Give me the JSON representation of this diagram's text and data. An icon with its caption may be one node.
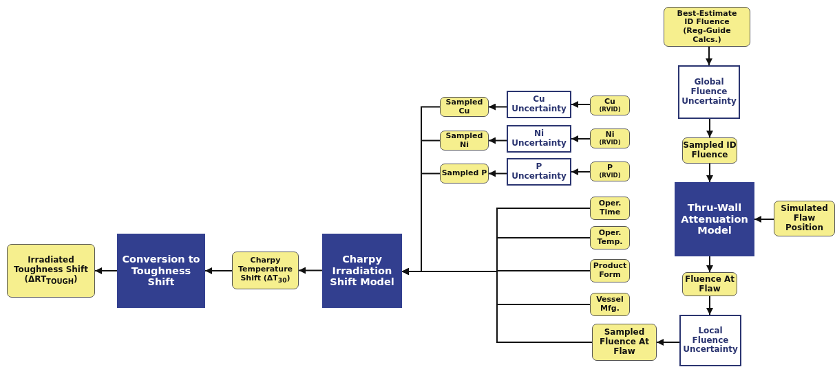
{
  "diagram": {
    "nodes": [
      {
        "text": [
          "Irradiated Toughness Shift (ΔRT$_{TOUGH}$)"
        ]
      },
      {
        "text": [
          "Conversion to Toughness Shift"
        ]
      },
      {
        "text": [
          "Charpy Temperature Shift (ΔT$_{30}$)"
        ]
      },
      {
        "text": [
          "Charpy Irradiation Shift Model"
        ]
      },
      {
        "text": [
          "Sampled Cu"
        ]
      },
      {
        "text": [
          "Cu Uncertainty"
        ]
      },
      {
        "text": [
          "Cu",
          "(RVID)"
        ]
      },
      {
        "text": [
          "Sampled Ni"
        ]
      },
      {
        "text": [
          "Ni Uncertainty"
        ]
      },
      {
        "text": [
          "Ni",
          "(RVID)"
        ]
      },
      {
        "text": [
          "Sampled P"
        ]
      },
      {
        "text": [
          "P Uncertainty"
        ]
      },
      {
        "text": [
          "P",
          "(RVID)"
        ]
      },
      {
        "text": [
          "Oper. Time"
        ]
      },
      {
        "text": [
          "Oper. Temp."
        ]
      },
      {
        "text": [
          "Product Form"
        ]
      },
      {
        "text": [
          "Vessel Mfg."
        ]
      },
      {
        "text": [
          "Sampled Fluence At Flaw"
        ]
      },
      {
        "text": [
          "Best-Estimate ID Fluence (Reg-Guide Calcs.)"
        ]
      },
      {
        "text": [
          "Global Fluence Uncertainty"
        ]
      },
      {
        "text": [
          "Sampled ID Fluence"
        ]
      },
      {
        "text": [
          "Thru-Wall Attenuation Model"
        ]
      },
      {
        "text": [
          "Simulated Flaw Position"
        ]
      },
      {
        "text": [
          "Fluence At Flaw"
        ]
      },
      {
        "text": [
          "Local Fluence Uncertainty"
        ]
      }
    ],
    "edges": [
      {
        "from": 1,
        "to": 0,
        "arrow": "to"
      },
      {
        "from": 2,
        "to": 1,
        "arrow": "to"
      },
      {
        "from": 3,
        "to": 2,
        "arrow": "to"
      },
      {
        "from": 4,
        "to": 3,
        "arrow": "to"
      },
      {
        "from": 7,
        "to": 3,
        "arrow": "to"
      },
      {
        "from": 10,
        "to": 3,
        "arrow": "to"
      },
      {
        "from": 13,
        "to": 3,
        "arrow": "to"
      },
      {
        "from": 14,
        "to": 3,
        "arrow": "to"
      },
      {
        "from": 15,
        "to": 3,
        "arrow": "to"
      },
      {
        "from": 16,
        "to": 3,
        "arrow": "to"
      },
      {
        "from": 17,
        "to": 3,
        "arrow": "to"
      },
      {
        "from": 5,
        "to": 4,
        "arrow": "to"
      },
      {
        "from": 6,
        "to": 5,
        "arrow": "to"
      },
      {
        "from": 8,
        "to": 7,
        "arrow": "to"
      },
      {
        "from": 9,
        "to": 8,
        "arrow": "to"
      },
      {
        "from": 11,
        "to": 10,
        "arrow": "to"
      },
      {
        "from": 12,
        "to": 11,
        "arrow": "to"
      },
      {
        "from": 18,
        "to": 19,
        "arrow": "to"
      },
      {
        "from": 19,
        "to": 20,
        "arrow": "to"
      },
      {
        "from": 20,
        "to": 21,
        "arrow": "to"
      },
      {
        "from": 22,
        "to": 21,
        "arrow": "to"
      },
      {
        "from": 21,
        "to": 23,
        "arrow": "to"
      },
      {
        "from": 23,
        "to": 24,
        "arrow": "to"
      },
      {
        "from": 24,
        "to": 17,
        "arrow": "to"
      }
    ]
  }
}
